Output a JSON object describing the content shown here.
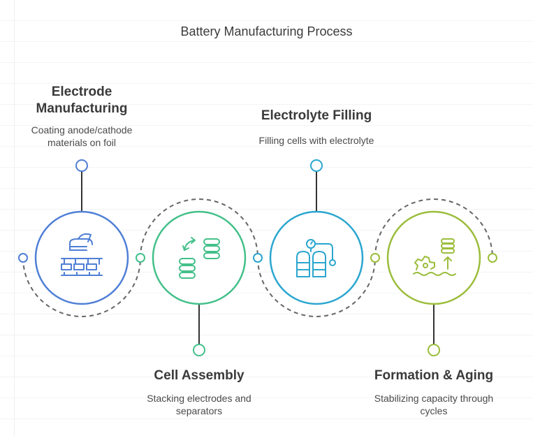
{
  "title": "Battery Manufacturing Process",
  "colors": {
    "step1": "#4f7fd6",
    "step2": "#43c08a",
    "step3": "#2aa6cf",
    "step4": "#9bbd3b",
    "connector": "#666666",
    "text": "#3a3a3a"
  },
  "steps": [
    {
      "title_line1": "Electrode",
      "title_line2": "Manufacturing",
      "desc_line1": "Coating anode/cathode",
      "desc_line2": "materials on foil",
      "icon": "coating-machine-icon"
    },
    {
      "title": "Cell Assembly",
      "desc_line1": "Stacking electrodes and",
      "desc_line2": "separators",
      "icon": "stacking-layers-icon"
    },
    {
      "title": "Electrolyte Filling",
      "desc": "Filling cells with electrolyte",
      "icon": "fluid-tanks-icon"
    },
    {
      "title": "Formation & Aging",
      "desc_line1": "Stabilizing capacity through",
      "desc_line2": "cycles",
      "icon": "gear-database-icon"
    }
  ]
}
